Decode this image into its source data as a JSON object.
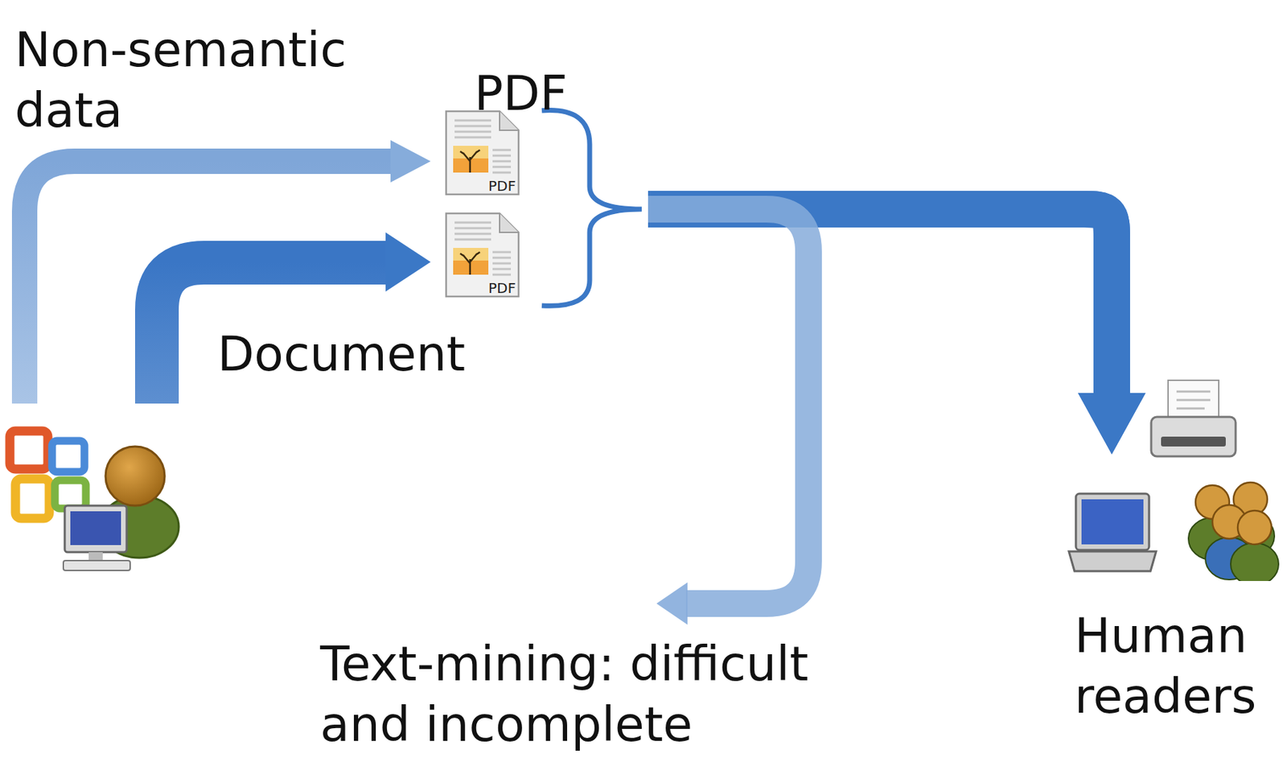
{
  "diagram": {
    "nodes": [
      {
        "text": [
          "PDF"
        ]
      },
      {
        "text": [
          "PDF"
        ]
      },
      {
        "text": [
          "Human readers"
        ]
      }
    ],
    "edges": [
      {
        "from": 0,
        "to": 2,
        "arrow": "to"
      },
      {
        "from": 1,
        "to": 2,
        "arrow": "to"
      }
    ],
    "labels": [
      "Non-semantic data",
      "PDF",
      "Document",
      "Text-mining: difficult and incomplete"
    ]
  }
}
